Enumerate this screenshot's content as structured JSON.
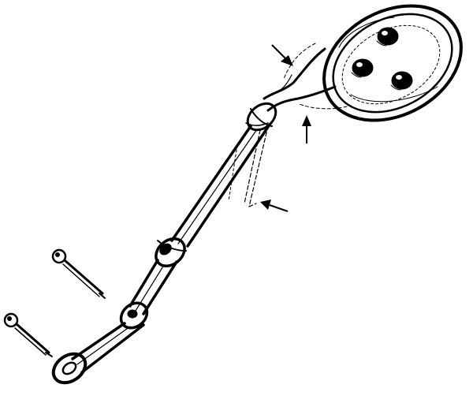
{
  "figure": {
    "ink_color": "#000000",
    "background_color": "#ffffff",
    "parts": {
      "hand_mirror_head": "oval-mirror-icon",
      "mirror_spots": 3,
      "arms": "linkage-arm-icon",
      "pins": 2,
      "arrows": 3
    }
  }
}
